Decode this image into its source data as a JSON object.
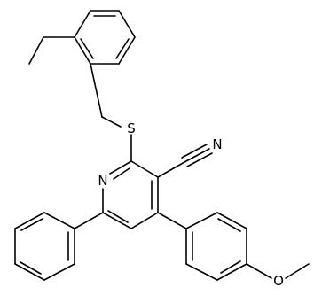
{
  "structure": {
    "type": "skeletal-formula",
    "colors": {
      "ink": "#000000",
      "background": "#ffffff"
    },
    "atom_labels": {
      "sulfur": "S",
      "pyridine_nitrogen": "N",
      "nitrile_nitrogen": "N",
      "ether_oxygen": "O"
    }
  }
}
